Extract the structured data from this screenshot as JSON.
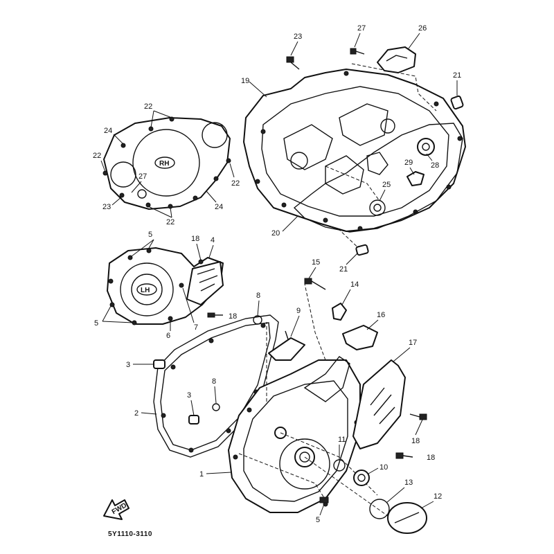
{
  "diagram": {
    "drawing_code": "5Y1110-3110",
    "front_arrow_label": "FWD",
    "rh_cover_label": "RH",
    "lh_cover_label": "LH",
    "callouts": [
      "23",
      "27",
      "26",
      "21",
      "19",
      "22",
      "24",
      "22",
      "27",
      "23",
      "22",
      "24",
      "22",
      "28",
      "29",
      "25",
      "20",
      "5",
      "18",
      "4",
      "21",
      "15",
      "14",
      "5",
      "6",
      "7",
      "18",
      "8",
      "9",
      "16",
      "17",
      "3",
      "2",
      "3",
      "8",
      "11",
      "10",
      "18",
      "18",
      "1",
      "13",
      "12",
      "5"
    ]
  }
}
